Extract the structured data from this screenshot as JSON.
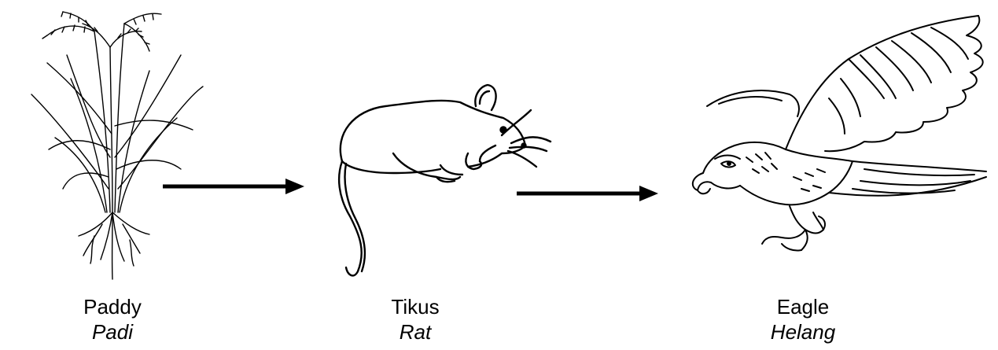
{
  "food_chain": [
    {
      "icon": "paddy-plant-icon",
      "primary_label": "Paddy",
      "secondary_label": "Padi"
    },
    {
      "icon": "rat-icon",
      "primary_label": "Tikus",
      "secondary_label": "Rat"
    },
    {
      "icon": "eagle-icon",
      "primary_label": "Eagle",
      "secondary_label": "Helang"
    }
  ],
  "colors": {
    "ink": "#000000",
    "background": "#ffffff"
  }
}
